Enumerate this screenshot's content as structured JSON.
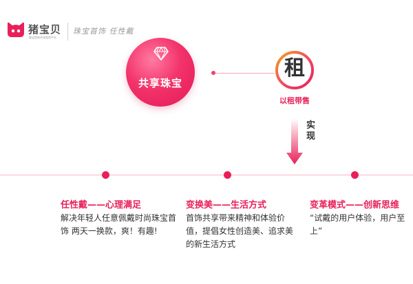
{
  "header": {
    "brand_name": "猪宝贝",
    "brand_sub": "珠宝首饰共享租赁平台",
    "slogan": "珠宝首饰 任性戴"
  },
  "hub": {
    "label": "共享珠宝",
    "icon": "diamond-icon"
  },
  "rent": {
    "char": "租",
    "caption": "以租带售"
  },
  "arrow": {
    "label": "实现"
  },
  "colors": {
    "accent": "#e8205a",
    "accent_light": "#f4b8c5",
    "text": "#333333"
  },
  "columns": [
    {
      "title": "任性戴——心理满足",
      "body": "解决年轻人任意佩戴时尚珠宝首饰  两天一换款，爽！有趣!"
    },
    {
      "title": "变换美——生活方式",
      "body": "首饰共享带来精神和体验价值，提倡女性创造美、追求美的新生活方式"
    },
    {
      "title": "变革模式——创新思维",
      "body": "“试戴的用户体验，用户至上”"
    }
  ]
}
